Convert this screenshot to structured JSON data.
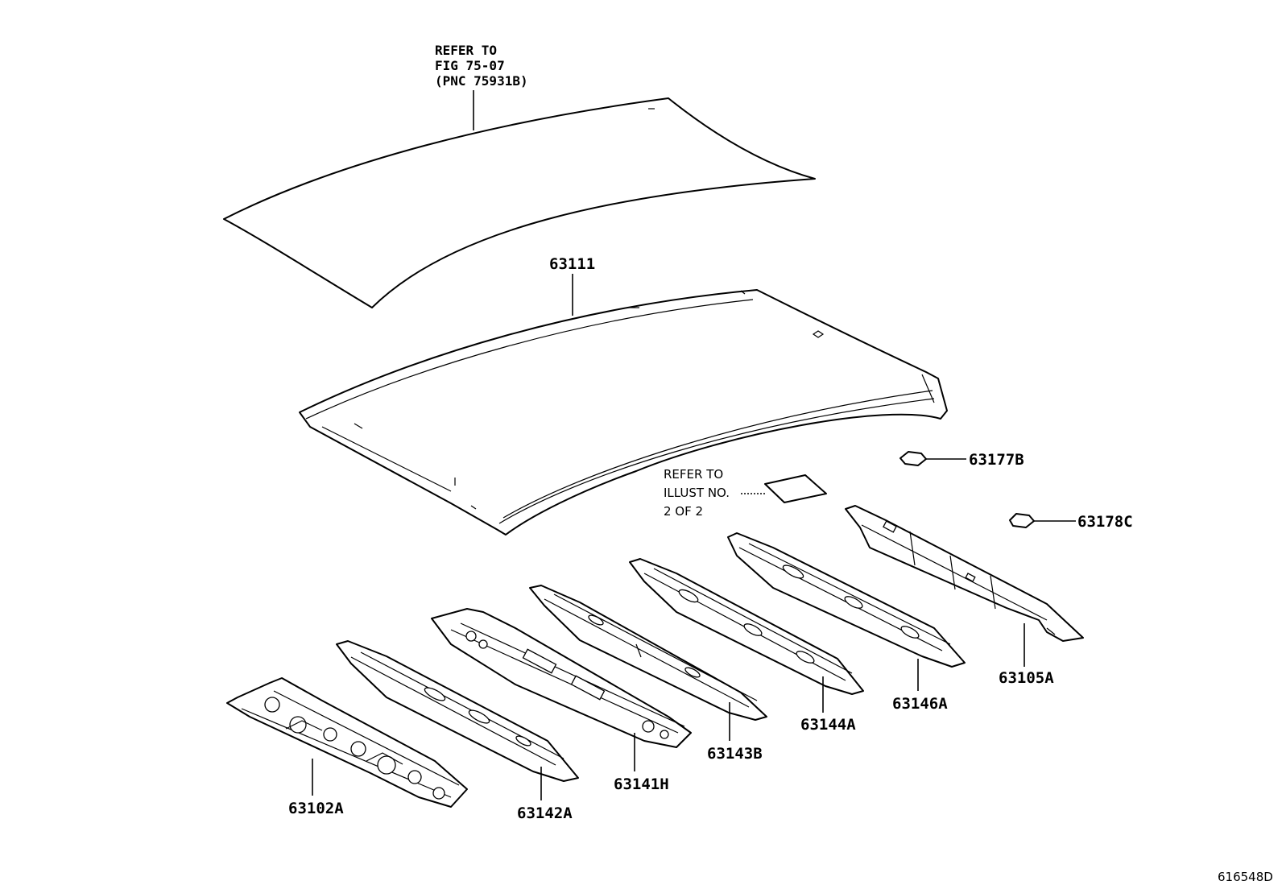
{
  "references": {
    "glass_note": [
      "REFER TO",
      "FIG 75-07",
      "(PNC 75931B)"
    ],
    "illust_note": [
      "REFER TO",
      "ILLUST NO.",
      "2 OF 2"
    ]
  },
  "parts": {
    "roof_panel": "63111",
    "retainer_b": "63177B",
    "retainer_c": "63178C",
    "rear_reinforcement": "63105A",
    "reinforcement_146a": "63146A",
    "reinforcement_144a": "63144A",
    "reinforcement_143b": "63143B",
    "reinforcement_141h": "63141H",
    "reinforcement_142a": "63142A",
    "front_reinforcement": "63102A"
  },
  "illustration_number": "616548D"
}
